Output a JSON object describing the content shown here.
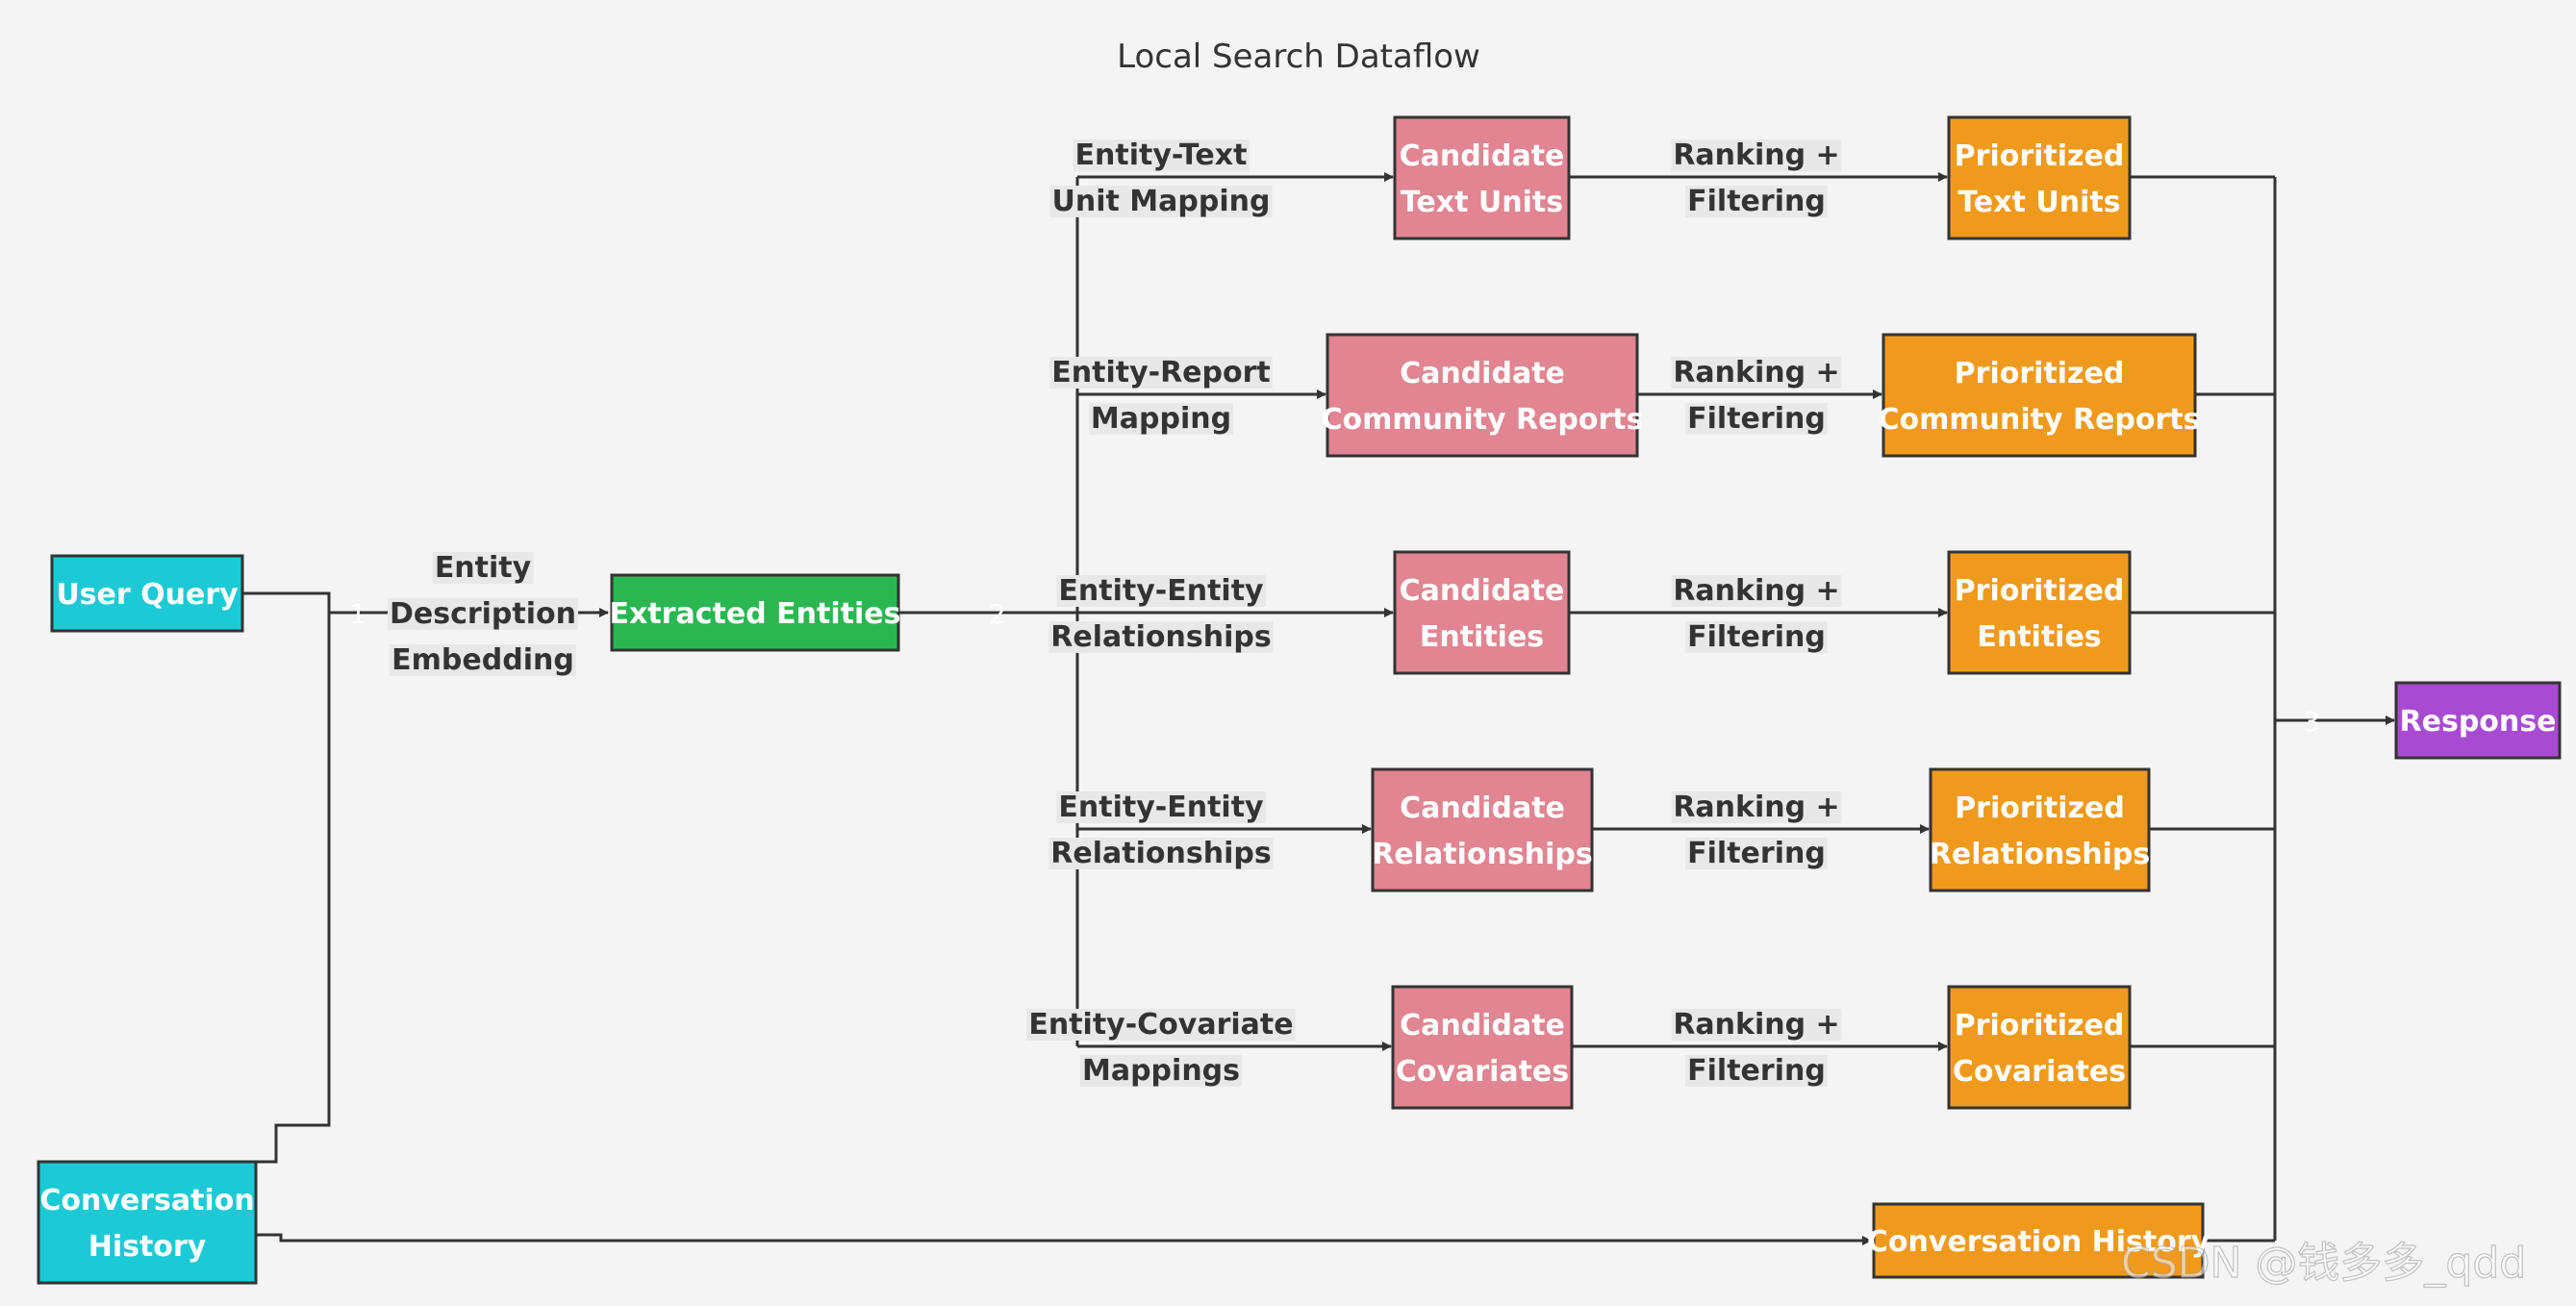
{
  "title": "Local Search Dataflow",
  "colors": {
    "input_node": "#1ccad6",
    "extracted_node": "#2ab751",
    "candidate_node": "#e08591",
    "prioritized_node": "#f09a1d",
    "response_node": "#a94bd2",
    "edge": "#333333",
    "background": "#f4f4f4"
  },
  "nodes": {
    "user_query": {
      "lines": [
        "User Query"
      ]
    },
    "conversation_history_input": {
      "lines": [
        "Conversation",
        "History"
      ]
    },
    "extracted_entities": {
      "lines": [
        "Extracted Entities"
      ]
    },
    "candidate_text_units": {
      "lines": [
        "Candidate",
        "Text Units"
      ]
    },
    "candidate_community_reports": {
      "lines": [
        "Candidate",
        "Community Reports"
      ]
    },
    "candidate_entities": {
      "lines": [
        "Candidate",
        "Entities"
      ]
    },
    "candidate_relationships": {
      "lines": [
        "Candidate",
        "Relationships"
      ]
    },
    "candidate_covariates": {
      "lines": [
        "Candidate",
        "Covariates"
      ]
    },
    "prioritized_text_units": {
      "lines": [
        "Prioritized",
        "Text Units"
      ]
    },
    "prioritized_community_reports": {
      "lines": [
        "Prioritized",
        "Community Reports"
      ]
    },
    "prioritized_entities": {
      "lines": [
        "Prioritized",
        "Entities"
      ]
    },
    "prioritized_relationships": {
      "lines": [
        "Prioritized",
        "Relationships"
      ]
    },
    "prioritized_covariates": {
      "lines": [
        "Prioritized",
        "Covariates"
      ]
    },
    "conversation_history_output": {
      "lines": [
        "Conversation History"
      ]
    },
    "response": {
      "lines": [
        "Response"
      ]
    }
  },
  "edge_labels": {
    "entity_description_embedding": [
      "Entity",
      "Description",
      "Embedding"
    ],
    "entity_text_unit_mapping": [
      "Entity-Text",
      "Unit Mapping"
    ],
    "entity_report_mapping": [
      "Entity-Report",
      "Mapping"
    ],
    "entity_entity_relationships_1": [
      "Entity-Entity",
      "Relationships"
    ],
    "entity_entity_relationships_2": [
      "Entity-Entity",
      "Relationships"
    ],
    "entity_covariate_mappings": [
      "Entity-Covariate",
      "Mappings"
    ],
    "ranking_filtering_text_units": [
      "Ranking +",
      "Filtering"
    ],
    "ranking_filtering_community_reports": [
      "Ranking +",
      "Filtering"
    ],
    "ranking_filtering_entities": [
      "Ranking +",
      "Filtering"
    ],
    "ranking_filtering_relationships": [
      "Ranking +",
      "Filtering"
    ],
    "ranking_filtering_covariates": [
      "Ranking +",
      "Filtering"
    ]
  },
  "step_markers": {
    "step_1": "1",
    "step_2": "2",
    "step_3": "3"
  },
  "watermark": "CSDN @钱多多_qdd"
}
